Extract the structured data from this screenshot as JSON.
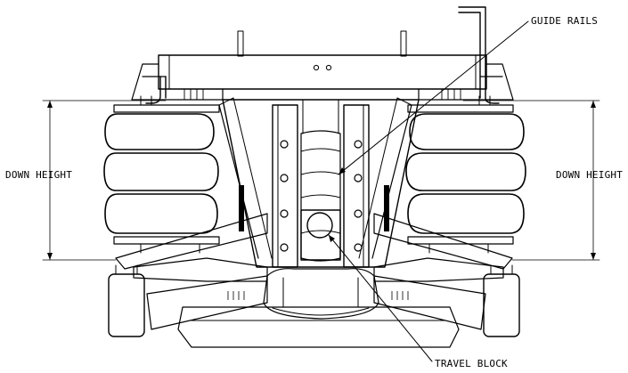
{
  "labels": {
    "guide_rails": "GUIDE RAILS",
    "down_height_left": "DOWN HEIGHT",
    "down_height_right": "DOWN HEIGHT",
    "travel_block": "TRAVEL BLOCK"
  },
  "colors": {
    "line": "#000000",
    "background": "#ffffff"
  }
}
